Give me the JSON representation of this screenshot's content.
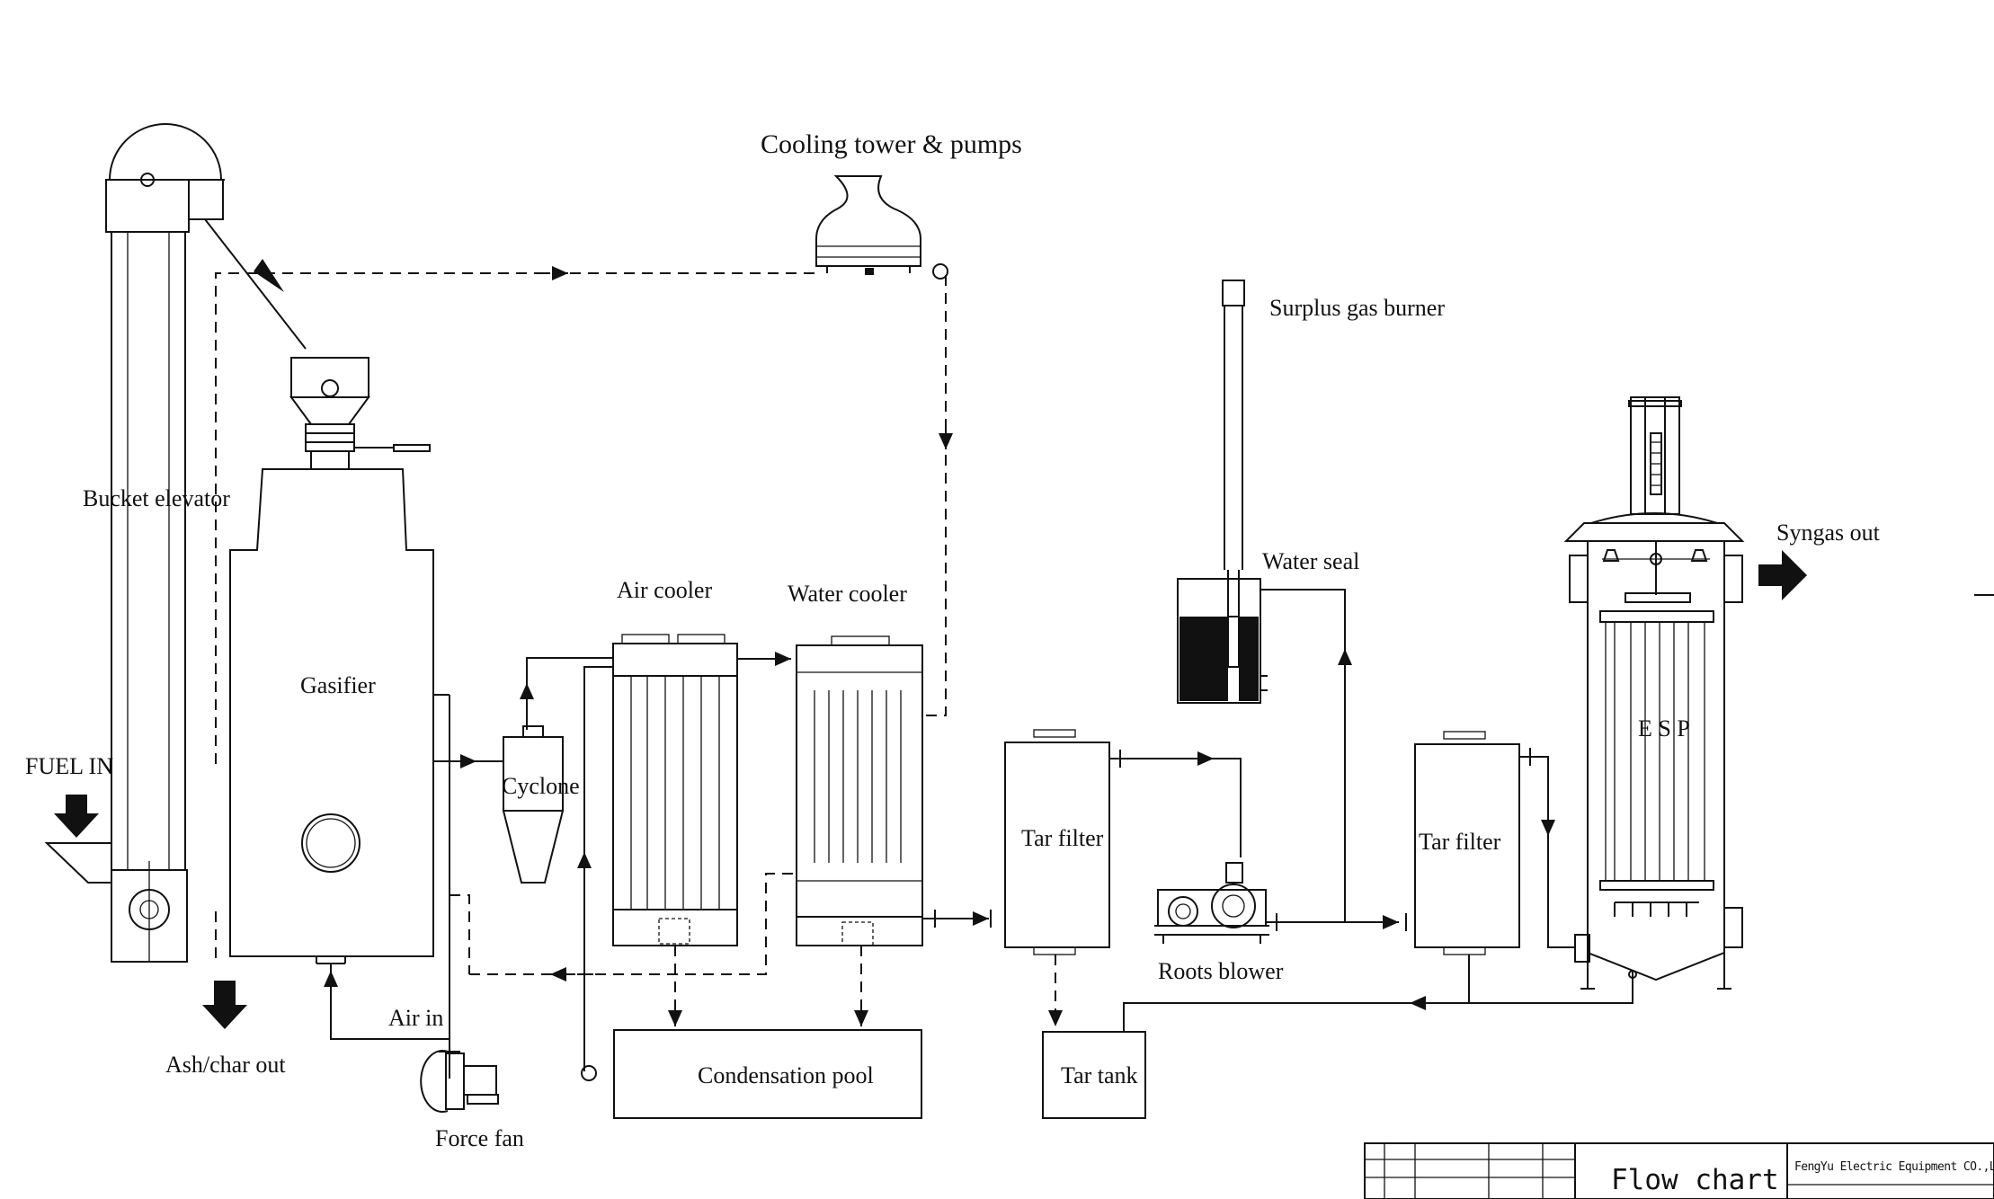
{
  "labels": {
    "cooling_tower": "Cooling tower & pumps",
    "bucket_elevator": "Bucket elevator",
    "gasifier": "Gasifier",
    "fuel_in": "FUEL IN",
    "ash_char_out": "Ash/char out",
    "air_in": "Air in",
    "force_fan": "Force fan",
    "cyclone": "Cyclone",
    "air_cooler": "Air cooler",
    "water_cooler": "Water cooler",
    "condensation_pool": "Condensation pool",
    "tar_filter_1": "Tar filter",
    "tar_filter_2": "Tar filter",
    "tar_tank": "Tar tank",
    "roots_blower": "Roots blower",
    "surplus_gas_burner": "Surplus gas burner",
    "water_seal": "Water seal",
    "esp": "E S P",
    "syngas_out": "Syngas out"
  },
  "title_block": {
    "title": "Flow chart",
    "company": "FengYu Electric Equipment CO.,Ltd."
  }
}
